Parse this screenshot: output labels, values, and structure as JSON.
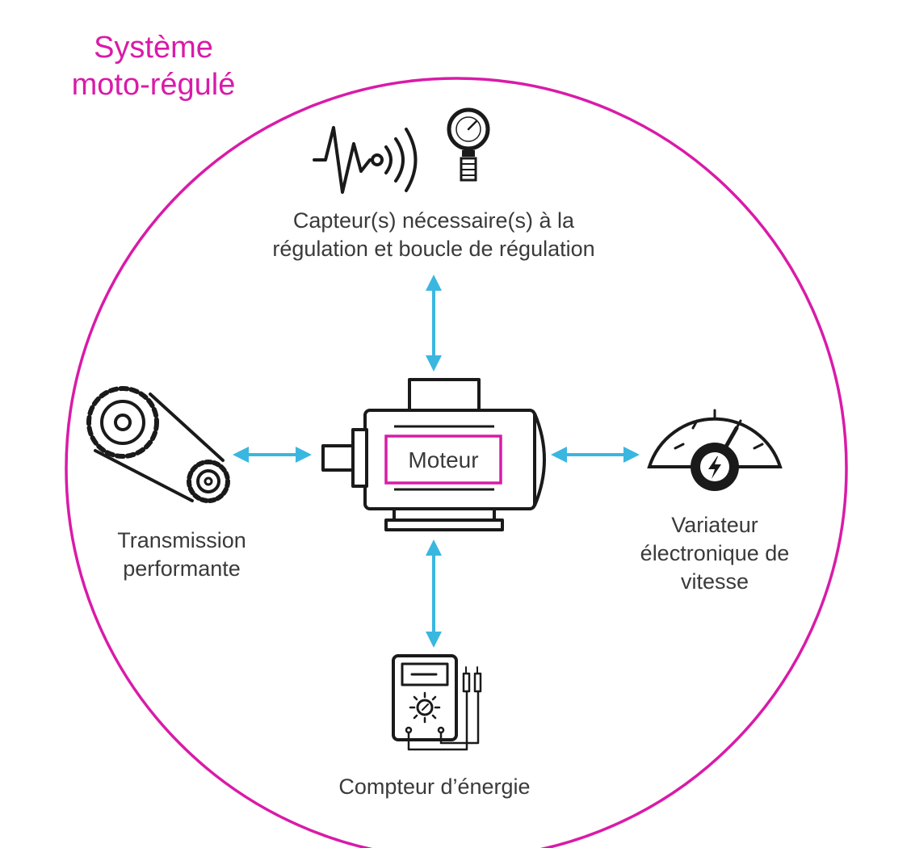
{
  "system": {
    "title_line1": "Système",
    "title_line2": "moto-régulé"
  },
  "center": {
    "label": "Moteur"
  },
  "nodes": {
    "sensors": {
      "line1": "Capteur(s) nécessaire(s) à la",
      "line2": "régulation et boucle de régulation"
    },
    "transmission": {
      "line1": "Transmission",
      "line2": "performante"
    },
    "drive": {
      "line1": "Variateur",
      "line2": "électronique de",
      "line3": "vitesse"
    },
    "meter": {
      "line1": "Compteur d’énergie"
    }
  },
  "colors": {
    "accent": "#d91ba8",
    "arrow": "#3ab7e0",
    "text": "#3a3a3a",
    "icon": "#1a1a1a"
  },
  "icons": {
    "sensors": [
      "signal-wave-icon",
      "pressure-gauge-icon"
    ],
    "transmission": "belt-drive-icon",
    "drive": "speed-dial-icon",
    "meter": "multimeter-icon",
    "center": "electric-motor-icon"
  }
}
